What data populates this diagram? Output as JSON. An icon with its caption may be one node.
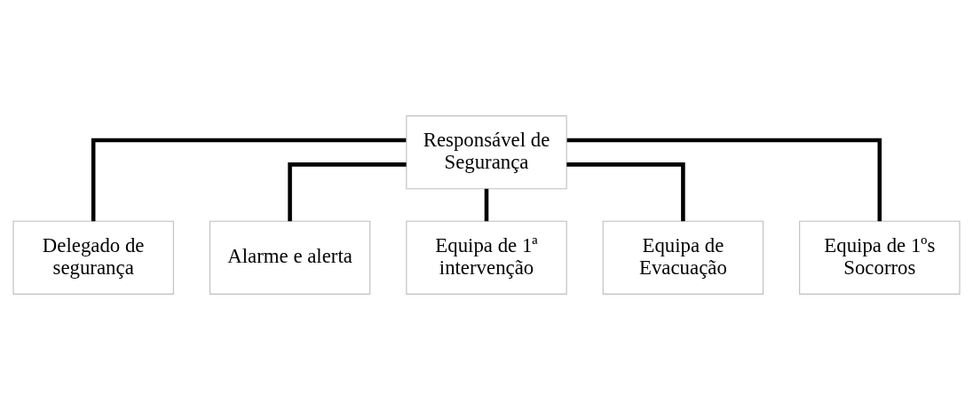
{
  "diagram": {
    "nodes": [
      {
        "text": [
          "Responsável de Segurança"
        ]
      },
      {
        "text": [
          "Delegado de segurança"
        ]
      },
      {
        "text": [
          "Alarme e alerta"
        ]
      },
      {
        "text": [
          "Equipa de 1ª intervenção"
        ]
      },
      {
        "text": [
          "Equipa de Evacuação"
        ]
      },
      {
        "text": [
          "Equipa de 1ºs Socorros"
        ]
      }
    ],
    "edges": [
      {
        "from": 0,
        "to": 1,
        "arrow": "none"
      },
      {
        "from": 0,
        "to": 2,
        "arrow": "none"
      },
      {
        "from": 0,
        "to": 3,
        "arrow": "none"
      },
      {
        "from": 0,
        "to": 4,
        "arrow": "none"
      },
      {
        "from": 0,
        "to": 5,
        "arrow": "none"
      }
    ]
  }
}
